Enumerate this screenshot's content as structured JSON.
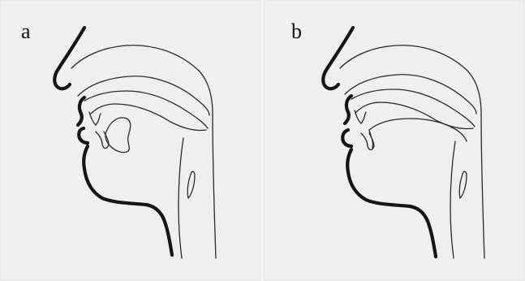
{
  "figure": {
    "panels": [
      {
        "label": "a",
        "tongue": "low"
      },
      {
        "label": "b",
        "tongue": "raised"
      }
    ],
    "colors": {
      "ink": "#151515",
      "paper": "#efeff1"
    }
  }
}
